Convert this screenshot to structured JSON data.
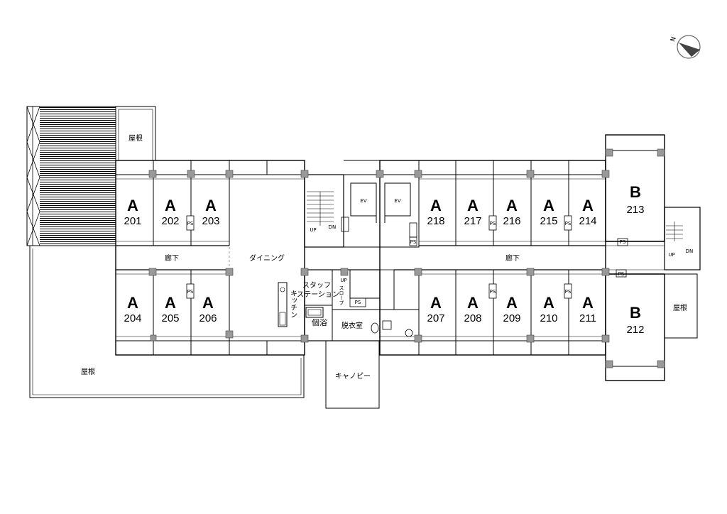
{
  "compass": {
    "letter": "N"
  },
  "labels": {
    "corridor": "廊下",
    "dining": "ダイニング",
    "kitchen": "キッチン",
    "staff_station_1": "スタッフ",
    "staff_station_2": "ステーション",
    "bath": "個浴",
    "dressing": "脱衣室",
    "canopy": "キャノピー",
    "roof": "屋根",
    "ev": "EV",
    "ps": "PS",
    "up": "UP",
    "dn": "DN",
    "slope": "スロープ"
  },
  "rooms": {
    "r201": {
      "type": "A",
      "num": "201"
    },
    "r202": {
      "type": "A",
      "num": "202"
    },
    "r203": {
      "type": "A",
      "num": "203"
    },
    "r204": {
      "type": "A",
      "num": "204"
    },
    "r205": {
      "type": "A",
      "num": "205"
    },
    "r206": {
      "type": "A",
      "num": "206"
    },
    "r207": {
      "type": "A",
      "num": "207"
    },
    "r208": {
      "type": "A",
      "num": "208"
    },
    "r209": {
      "type": "A",
      "num": "209"
    },
    "r210": {
      "type": "A",
      "num": "210"
    },
    "r211": {
      "type": "A",
      "num": "211"
    },
    "r212": {
      "type": "B",
      "num": "212"
    },
    "r213": {
      "type": "B",
      "num": "213"
    },
    "r214": {
      "type": "A",
      "num": "214"
    },
    "r215": {
      "type": "A",
      "num": "215"
    },
    "r216": {
      "type": "A",
      "num": "216"
    },
    "r217": {
      "type": "A",
      "num": "217"
    },
    "r218": {
      "type": "A",
      "num": "218"
    }
  }
}
